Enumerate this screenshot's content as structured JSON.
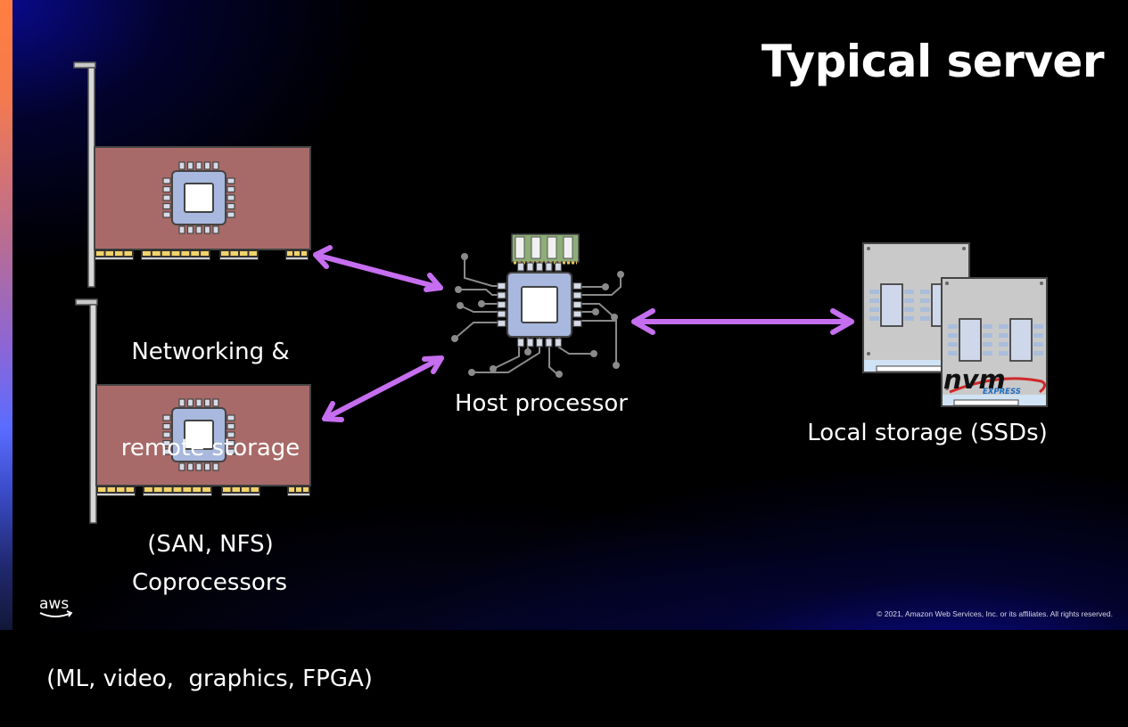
{
  "slide": {
    "title": "Typical server",
    "brand_logo": "aws",
    "copyright": "© 2021, Amazon Web Services, Inc. or its affiliates. All rights reserved."
  },
  "components": {
    "networking_card": {
      "label_line1": "Networking &",
      "label_line2": "remote storage",
      "label_line3": "(SAN, NFS)",
      "icon": "pcie-card-icon"
    },
    "coprocessor_card": {
      "label_line1": "Coprocessors",
      "label_line2": "(ML, video,  graphics, FPGA)",
      "icon": "pcie-card-icon"
    },
    "host_processor": {
      "label": "Host processor",
      "icon": "cpu-with-memory-icon"
    },
    "local_storage": {
      "label": "Local storage (SSDs)",
      "icon": "ssd-icon",
      "badge_main": "nvm",
      "badge_sub": "EXPRESS"
    }
  },
  "connections": [
    {
      "from": "networking_card",
      "to": "host_processor",
      "type": "bidirectional"
    },
    {
      "from": "coprocessor_card",
      "to": "host_processor",
      "type": "bidirectional"
    },
    {
      "from": "host_processor",
      "to": "local_storage",
      "type": "bidirectional"
    }
  ],
  "colors": {
    "arrow": "#c66ef0",
    "card_board": "#a86a68",
    "chip_body": "#a8b8de",
    "chip_core": "#ffffff",
    "connector_gold": "#f3d36a",
    "bracket": "#d0d0d0",
    "ssd_body": "#c9c9c9",
    "memory_green": "#8fad78",
    "trace_gray": "#8a8a8a",
    "accent_orange": "#ff7f40",
    "accent_blue": "#5a6cff"
  }
}
